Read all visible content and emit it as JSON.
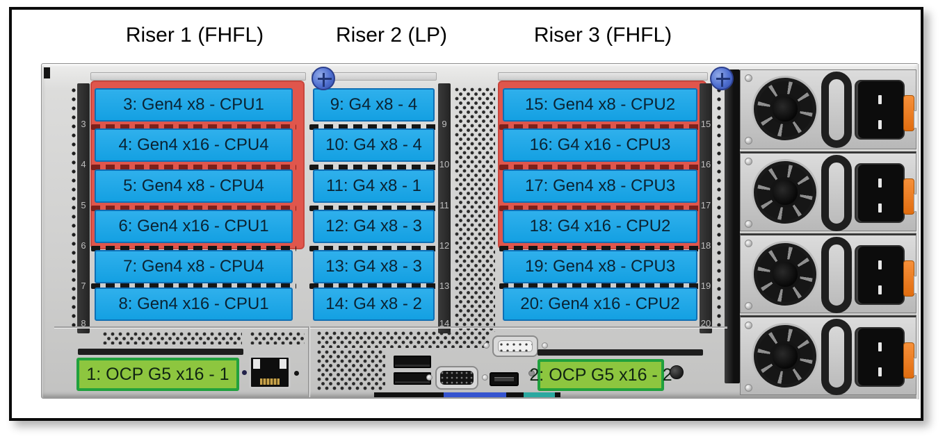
{
  "figure": {
    "kind": "server-rear-view-diagram"
  },
  "titles": [
    {
      "label": "Riser 1 (FHFL)"
    },
    {
      "label": "Riser 2 (LP)"
    },
    {
      "label": "Riser 3 (FHFL)"
    }
  ],
  "risers": [
    {
      "title": "Riser 1 (FHFL)",
      "slots": [
        {
          "number": "3",
          "label": "3: Gen4 x8 - CPU1"
        },
        {
          "number": "4",
          "label": "4: Gen4 x16 - CPU4"
        },
        {
          "number": "5",
          "label": "5: Gen4 x8 - CPU4"
        },
        {
          "number": "6",
          "label": "6: Gen4 x16 - CPU1"
        },
        {
          "number": "7",
          "label": "7: Gen4 x8 - CPU4"
        },
        {
          "number": "8",
          "label": "8: Gen4 x16 - CPU1"
        }
      ]
    },
    {
      "title": "Riser 2 (LP)",
      "slots": [
        {
          "number": "9",
          "label": "9: G4 x8 - 4"
        },
        {
          "number": "10",
          "label": "10: G4 x8 - 4"
        },
        {
          "number": "11",
          "label": "11: G4 x8 - 1"
        },
        {
          "number": "12",
          "label": "12: G4 x8 - 3"
        },
        {
          "number": "13",
          "label": "13: G4 x8 - 3"
        },
        {
          "number": "14",
          "label": "14: G4 x8 - 2"
        }
      ]
    },
    {
      "title": "Riser 3 (FHFL)",
      "slots": [
        {
          "number": "15",
          "label": "15: Gen4 x8 - CPU2"
        },
        {
          "number": "16",
          "label": "16: G4 x16 - CPU3"
        },
        {
          "number": "17",
          "label": "17: Gen4 x8 - CPU3"
        },
        {
          "number": "18",
          "label": "18: G4 x16 - CPU2"
        },
        {
          "number": "19",
          "label": "19: Gen4 x8 - CPU3"
        },
        {
          "number": "20",
          "label": "20: Gen4 x16 - CPU2"
        }
      ]
    }
  ],
  "ocp_slots": [
    {
      "label": "1: OCP G5 x16 - 1"
    },
    {
      "label": "2: OCP G5 x16 - 2"
    }
  ],
  "hardware": {
    "psu_count": 4,
    "ports": [
      "rj45-ethernet",
      "usb-a",
      "usb-a",
      "vga",
      "serial-db9",
      "mini-displayport"
    ]
  },
  "colors": {
    "slot_blue": "#14a0e2",
    "slot_blue_border": "#0e6fb5",
    "ocp_green": "#8dc63f",
    "ocp_green_border": "#21a13d",
    "riser_bracket_red": "#e0564c",
    "psu_latch_orange": "#ef7c1e",
    "thumbscrew_blue": "#4f6fd0"
  }
}
